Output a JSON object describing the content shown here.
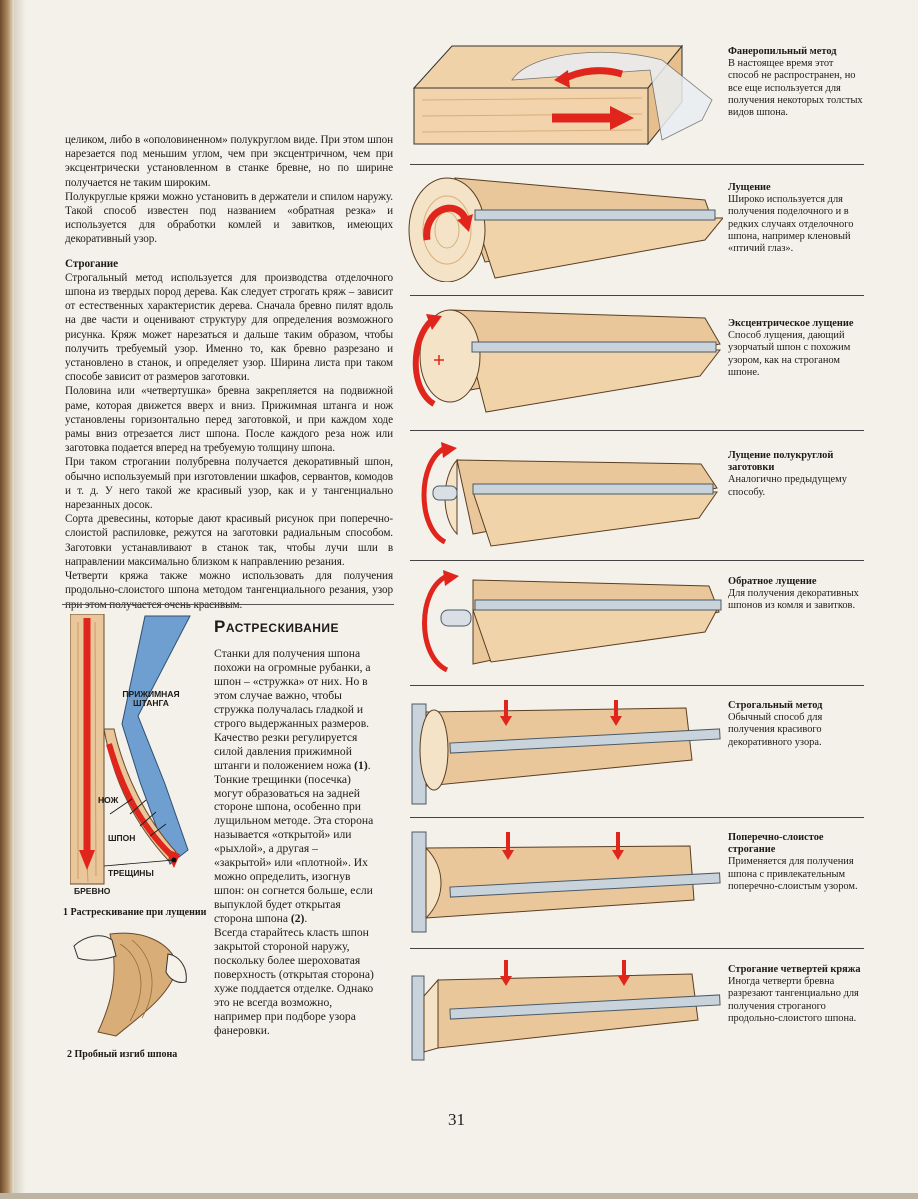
{
  "body": {
    "p1": "целиком, либо в «ополовиненном» полукруглом виде. При этом шпон нарезается под меньшим углом, чем при эксцентричном, чем при эксцентрически установленном в станке бревне, но по ширине получается не таким широким.",
    "p2": "Полукруглые кряжи можно установить в держатели и спилом наружу. Такой способ известен под названием «обратная резка» и используется для обработки комлей и завитков, имеющих декоративный узор.",
    "heading": "Строгание",
    "p3": "Строгальный метод используется для производства отделочного шпона из твердых пород дерева. Как следует строгать кряж – зависит от естественных характеристик дерева. Сначала бревно пилят вдоль на две части и оценивают структуру для определения возможного рисунка. Кряж может нарезаться и дальше таким образом, чтобы получить требуемый узор. Именно то, как бревно разрезано и установлено в станок, и определяет узор. Ширина листа при таком способе зависит от размеров заготовки.",
    "p4": "Половина или «четвертушка» бревна закрепляется на подвижной раме, которая движется вверх и вниз. Прижимная штанга и нож установлены горизонтально перед заготовкой, и при каждом ходе рамы вниз отрезается лист шпона. После каждого реза нож или заготовка подается вперед на требуемую толщину шпона.",
    "p5": "При таком строгании полубревна получается декоративный шпон, обычно используемый при изготовлении шкафов, сервантов, комодов и т. д. У него такой же красивый узор, как и у тангенциально нарезанных досок.",
    "p6": "Сорта древесины, которые дают красивый рисунок при поперечно-слоистой распиловке, режутся на заготовки радиальным способом. Заготовки устанавливают в станок так, чтобы лучи шли в направлении максимально близком к направлению резания.",
    "p7": "Четверти кряжа также можно использовать для получения продольно-слоистого шпона методом тангенциального резания, узор при этом получается очень красивым."
  },
  "cracking": {
    "title": "Растрескивание",
    "text1": "Станки для получения шпона похожи на огромные рубанки, а шпон – «стружка» от них. Но в этом случае важно, чтобы стружка получалась гладкой и строго выдержанных размеров. Качество резки регулируется силой давления прижимной штанги и положением ножа ",
    "ref1": "(1)",
    "text2": ". Тонкие трещинки (посечка) могут образоваться на задней стороне шпона, особенно при лущильном методе. Эта сторона называется «открытой» или «рыхлой», а другая – «закрытой» или «плотной». Их можно определить, изогнув шпон: он согнется больше, если выпуклой будет открытая сторона шпона ",
    "ref2": "(2)",
    "text3": ".",
    "text4": "Всегда старайтесь класть шпон закрытой стороной наружу, поскольку более шероховатая поверхность (открытая сторона) хуже поддается отделке. Однако это не всегда возможно, например при подборе узора фанеровки."
  },
  "fig1": {
    "label_bar": "ПРИЖИМНАЯ ШТАНГА",
    "label_knife": "НОЖ",
    "label_veneer": "ШПОН",
    "label_cracks": "ТРЕЩИНЫ",
    "label_log": "БРЕВНО",
    "caption": "1 Растрескивание при лущении"
  },
  "fig2": {
    "caption": "2 Пробный изгиб шпона"
  },
  "methods": [
    {
      "title": "Фанеропильный метод",
      "text": "В настоящее время этот способ не распространен, но все еще используется для получения некоторых толстых видов шпона."
    },
    {
      "title": "Лущение",
      "text": "Широко используется для получения поделочного и в редких случаях отделочного шпона, например кленовый «птичий глаз»."
    },
    {
      "title": "Эксцентрическое лущение",
      "text": "Способ лущения, дающий узорчатый шпон с похожим узором, как на строганом шпоне."
    },
    {
      "title": "Лущение полукруглой заготовки",
      "text": "Аналогично предыдущему способу."
    },
    {
      "title": "Обратное лущение",
      "text": "Для получения декоративных шпонов из комля и завитков."
    },
    {
      "title": "Строгальный метод",
      "text": "Обычный способ для получения красивого декоративного узора."
    },
    {
      "title": "Поперечно-слоистое строгание",
      "text": "Применяется для получения шпона с привлекательным поперечно-слоистым узором."
    },
    {
      "title": "Строгание четвертей кряжа",
      "text": "Иногда четверти бревна разрезают тангенциально для получения строганого продольно-слоистого шпона."
    }
  ],
  "page_number": "31",
  "colors": {
    "wood": "#e9c79a",
    "wood_dark": "#c98f5a",
    "arrow_red": "#e0251c",
    "steel": "#c8d3dc",
    "blue": "#6f9fd0"
  }
}
